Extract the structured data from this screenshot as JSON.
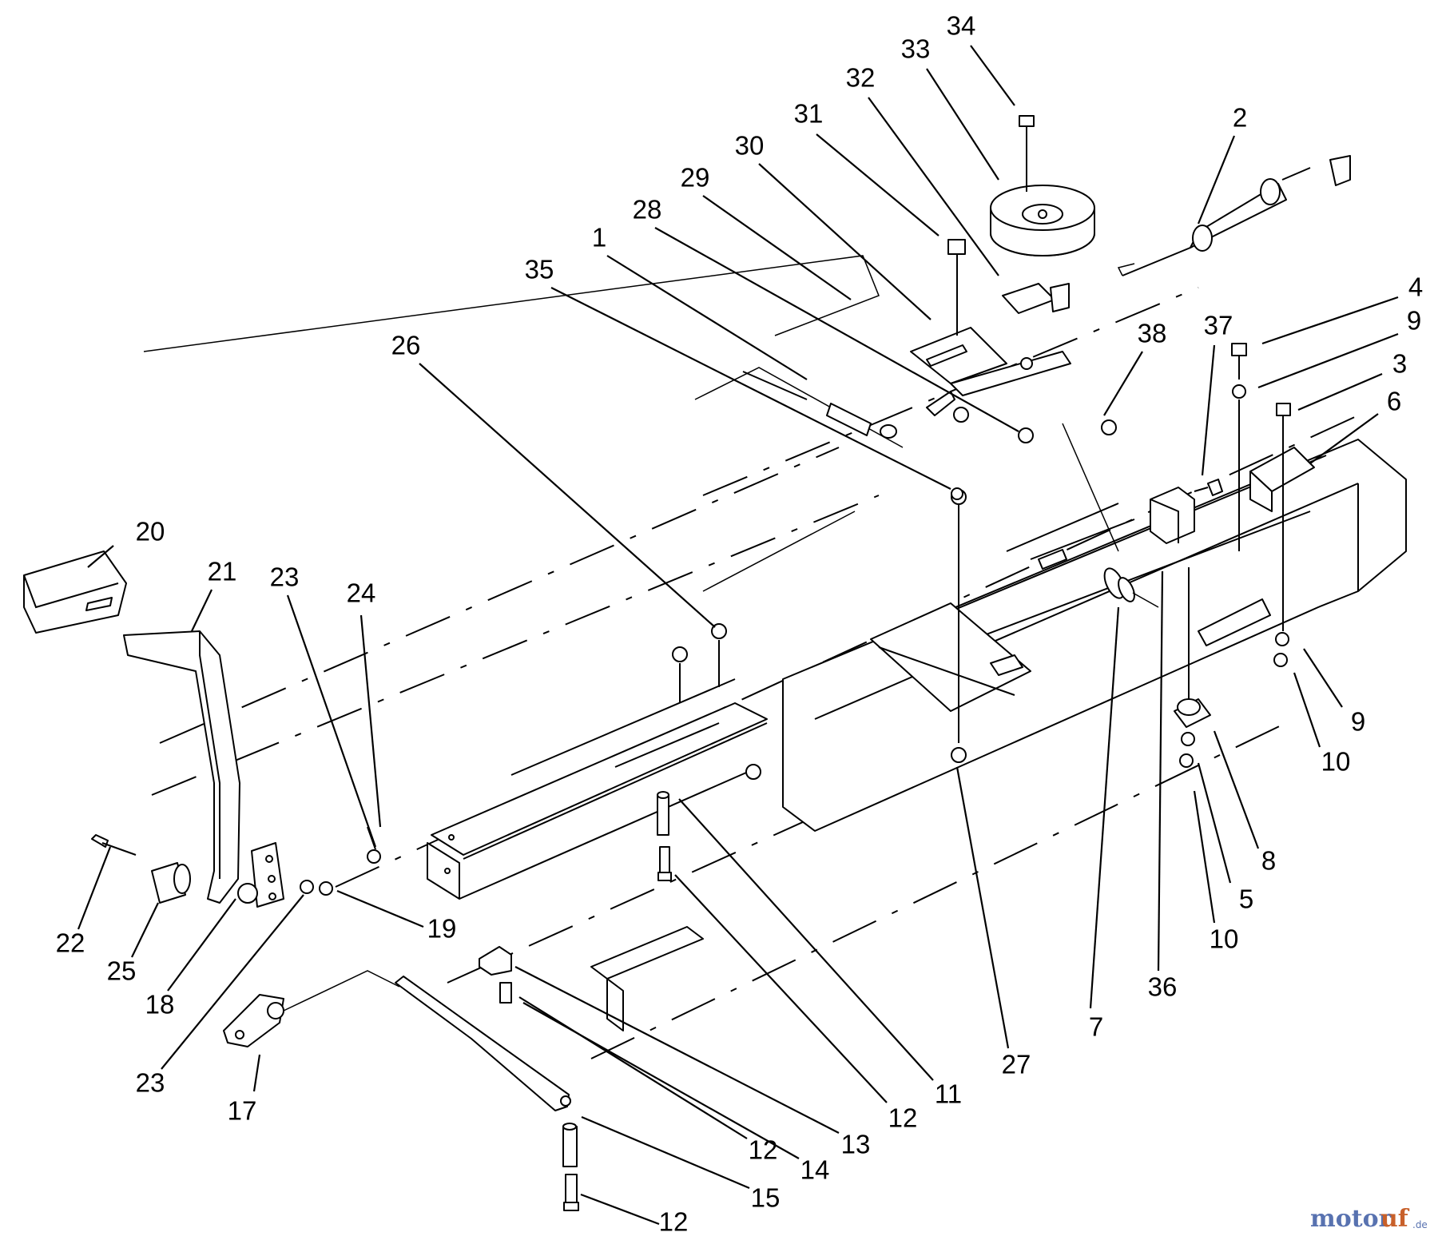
{
  "diagram": {
    "type": "exploded-parts-view",
    "callouts": [
      "1",
      "2",
      "3",
      "4",
      "5",
      "6",
      "7",
      "8",
      "9",
      "9",
      "10",
      "10",
      "11",
      "12",
      "12",
      "12",
      "13",
      "14",
      "15",
      "17",
      "18",
      "19",
      "20",
      "21",
      "22",
      "23",
      "23",
      "24",
      "25",
      "26",
      "27",
      "28",
      "29",
      "30",
      "31",
      "32",
      "33",
      "34",
      "35",
      "36",
      "37",
      "38"
    ]
  },
  "watermark": {
    "logo_text_part1": "motor",
    "logo_text_part2": "uf",
    "logo_suffix": ".de"
  }
}
